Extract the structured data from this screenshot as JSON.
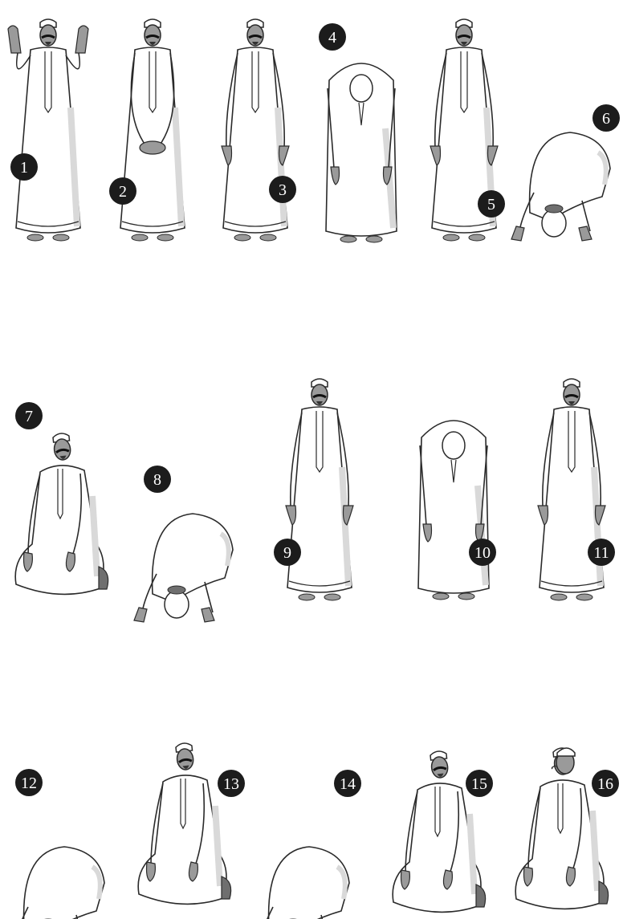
{
  "steps": [
    {
      "label": "1",
      "pose": "hands-raised"
    },
    {
      "label": "2",
      "pose": "hands-folded"
    },
    {
      "label": "3",
      "pose": "standing"
    },
    {
      "label": "4",
      "pose": "bowing"
    },
    {
      "label": "5",
      "pose": "standing"
    },
    {
      "label": "6",
      "pose": "prostrating"
    },
    {
      "label": "7",
      "pose": "kneeling"
    },
    {
      "label": "8",
      "pose": "prostrating"
    },
    {
      "label": "9",
      "pose": "standing"
    },
    {
      "label": "10",
      "pose": "bowing"
    },
    {
      "label": "11",
      "pose": "standing"
    },
    {
      "label": "12",
      "pose": "prostrating"
    },
    {
      "label": "13",
      "pose": "kneeling"
    },
    {
      "label": "14",
      "pose": "prostrating"
    },
    {
      "label": "15",
      "pose": "kneeling"
    },
    {
      "label": "16",
      "pose": "kneeling-turn"
    }
  ],
  "colors": {
    "badge": "#1c1c1c",
    "badge_text": "#ffffff",
    "robe": "#ffffff",
    "outline": "#2a2a2a",
    "shade": "#d9d9d9",
    "skin": "#9a9a9a",
    "skin_dark": "#6f6f6f"
  }
}
